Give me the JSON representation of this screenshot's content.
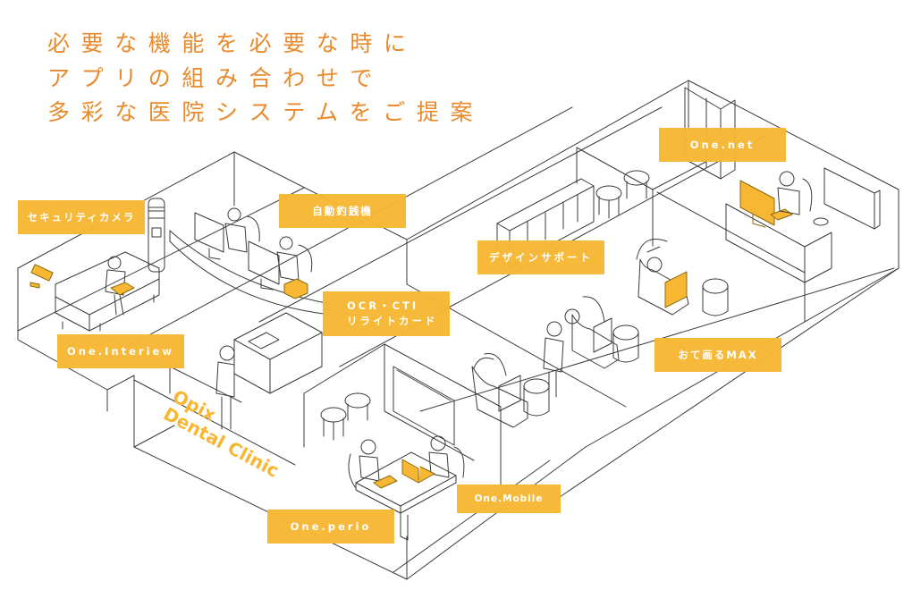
{
  "headline": {
    "lines": [
      "必要な機能を必要な時に",
      "アプリの組み合わせで",
      "多彩な医院システムをご提案"
    ]
  },
  "clinic_sign": {
    "line1": "Opix",
    "line2": "Dental Clinic"
  },
  "labels": {
    "security_camera": "セキュリティカメラ",
    "auto_change_machine": "自動釣銭機",
    "ocr_cti": "OCR・CTI",
    "rewritable_card": "リライトカード",
    "one_interview": "One.Interiew",
    "design_support": "デザインサポート",
    "one_net": "One.net",
    "otegaru_max": "おて画るMAX",
    "one_mobile": "One.Mobile",
    "one_perio": "One.perio"
  },
  "colors": {
    "accent": "#f7b733",
    "headline": "#e98a2c",
    "line": "#3a3a3a"
  }
}
